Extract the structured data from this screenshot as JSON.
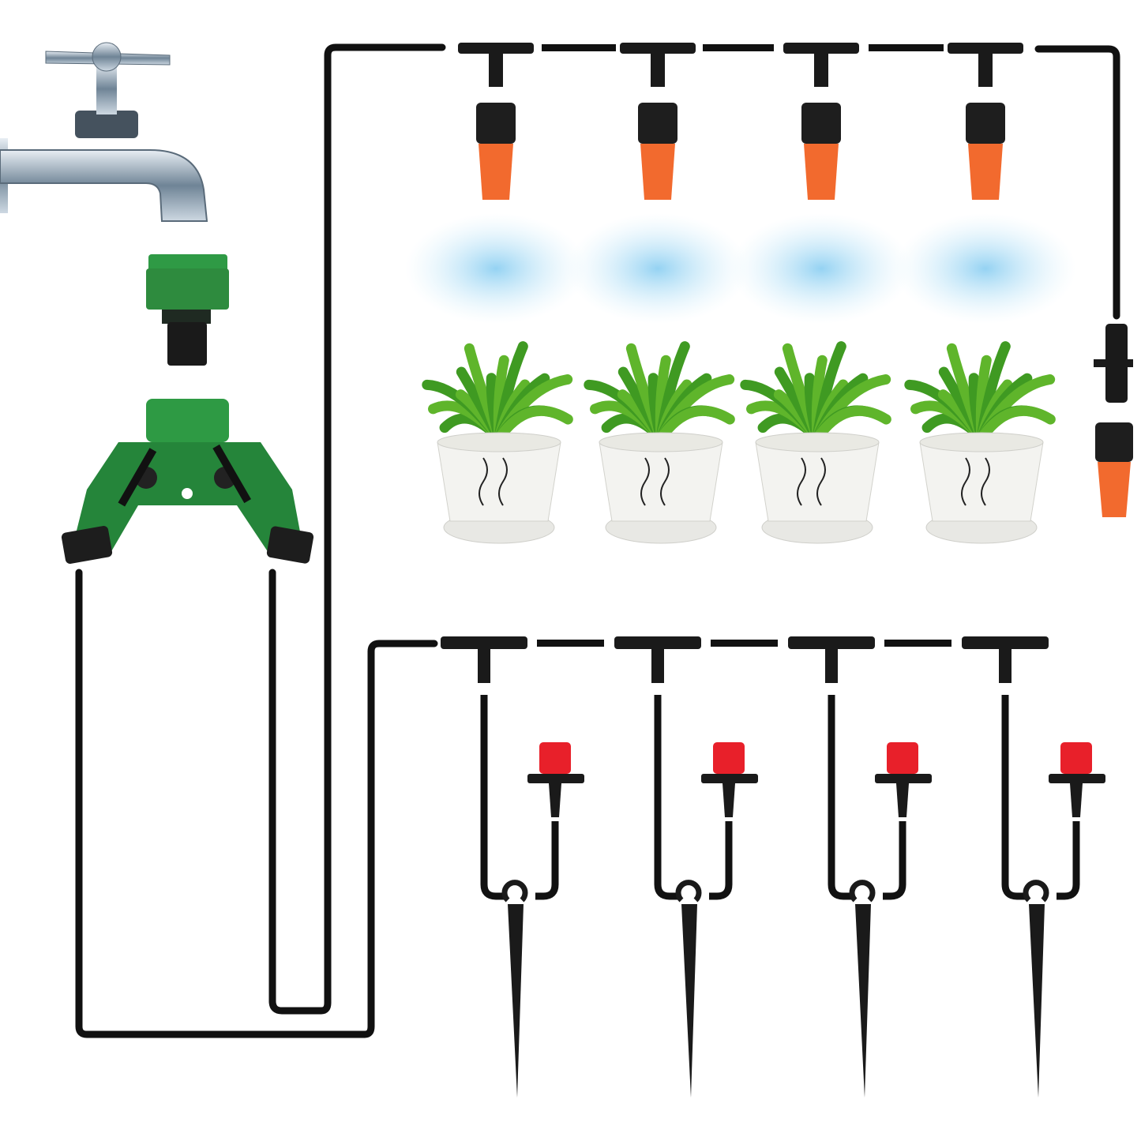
{
  "diagram": {
    "components": [
      "faucet-icon",
      "hose-adapter-icon",
      "y-splitter-valve-icon",
      "tee-connector-icon",
      "mist-nozzle-icon",
      "potted-plant-icon",
      "end-plug-icon",
      "dripper-icon",
      "ground-stake-icon"
    ],
    "mister_count": 4,
    "plant_count": 4,
    "dripper_count": 4
  },
  "colors": {
    "tube": "#111111",
    "nozzle_orange": "#f26a2e",
    "dripper_red": "#e8202a",
    "adapter_green": "#2e8b3e",
    "mist_blue": "#9fd8f5",
    "leaf_green": "#5fb52b",
    "pot_white": "#f3f3f0",
    "chrome": "#9fb2c4"
  }
}
